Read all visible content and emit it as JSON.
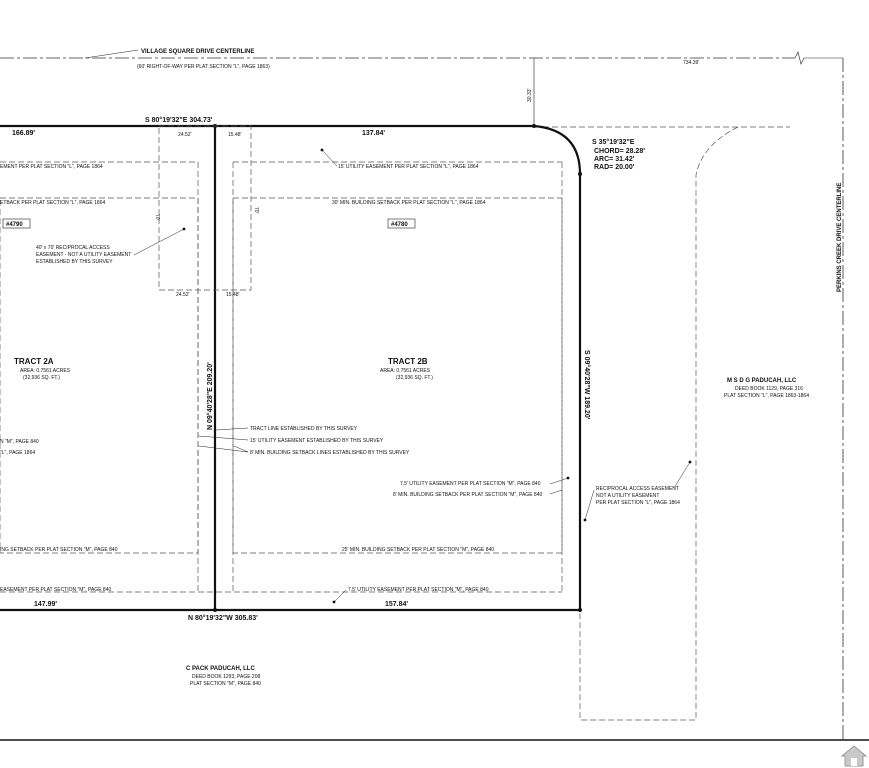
{
  "roads": {
    "village_square": "VILLAGE SQUARE DRIVE CENTERLINE",
    "village_square_row": "(60' RIGHT-OF-WAY PER PLAT SECTION \"L\", PAGE 1863)",
    "perkins_creek": "PERKINS CREEK DRIVE CENTERLINE",
    "dist_top_right": "734.39'",
    "dist_vertical": "30.33'"
  },
  "bearings": {
    "north_line": "S 80°19'32\"E 304.73'",
    "south_line": "N 80°19'32\"W 305.83'",
    "middle_line": "N 09°40'28\"E 209.20'",
    "east_line": "S 09°40'28\"W 189.20'",
    "curve_bearing": "S 35°19'32\"E",
    "curve_chord": "CHORD= 28.28'",
    "curve_arc": "ARC= 31.42'",
    "curve_rad": "RAD= 20.00'"
  },
  "distances": {
    "north_left": "166.89'",
    "north_right": "137.84'",
    "south_left": "147.99'",
    "south_right": "157.84'",
    "access_top_left": "24.52'",
    "access_top_right": "15.48'",
    "access_bottom_left": "24.52'",
    "access_bottom_right": "15.48'",
    "access_depth_left": "70'",
    "access_depth_right": "70'"
  },
  "tract_2a": {
    "name": "TRACT 2A",
    "area": "AREA: 0.7561 ACRES",
    "sqft": "(32,936 SQ. FT.)",
    "address": "#4790"
  },
  "tract_2b": {
    "name": "TRACT 2B",
    "area": "AREA: 0.7561 ACRES",
    "sqft": "(32,936 SQ. FT.)",
    "address": "#4780"
  },
  "notes": {
    "utility_15_plat_l": "15' UTILITY EASEMENT PER PLAT SECTION \"L\", PAGE 1864",
    "left_utility_cut": "EMENT PER PLAT SECTION \"L\", PAGE 1864",
    "setback_30": "30' MIN. BUILDING SETBACK PER PLAT SECTION \"L\", PAGE 1864",
    "left_setback_cut": "ETBACK PER PLAT SECTION \"L\", PAGE 1864",
    "access_1": "40' x 70' RECIPROCAL ACCESS",
    "access_2": "EASEMENT - NOT A UTILITY EASEMENT",
    "access_3": "ESTABLISHED BY THIS SURVEY",
    "tract_line": "TRACT LINE ESTABLISHED BY THIS SURVEY",
    "utility_15_survey": "15' UTILITY EASEMENT ESTABLISHED BY THIS SURVEY",
    "setback_8_survey": "8' MIN. BUILDING SETBACK LINES ESTABLISHED BY THIS SURVEY",
    "left_m_cut": "N \"M\", PAGE 840",
    "left_l_cut": "\"L\", PAGE 1864",
    "utility_75_m": "7.5' UTILITY EASEMENT PER PLAT SECTION \"M\", PAGE 840",
    "setback_8_m": "8' MIN. BUILDING SETBACK PER PLAT SECTION \"M\", PAGE 840",
    "setback_25_m": "25' MIN. BUILDING SETBACK PER PLAT SECTION \"M\", PAGE 840",
    "left_setback_m_cut": "ING SETBACK PER PLAT SECTION \"M\", PAGE 840",
    "left_easement_m_cut": "EASEMENT PER PLAT SECTION \"M\", PAGE 840",
    "utility_75_m_bottom": "7.5' UTILITY EASEMENT PER PLAT SECTION \"M\", PAGE 840",
    "recip_1": "RECIPROCAL ACCESS EASEMENT",
    "recip_2": "NOT A UTILITY EASEMENT",
    "recip_3": "PER PLAT SECTION \"L\", PAGE 1864"
  },
  "owners": {
    "msdg": {
      "name": "M S D G PADUCAH, LLC",
      "deed": "DEED BOOK 1129, PAGE 316",
      "plat": "PLAT SECTION \"L\", PAGE 1863-1864"
    },
    "cpack": {
      "name": "C PACK PADUCAH, LLC",
      "deed": "DEED BOOK 1293, PAGE 208",
      "plat": "PLAT SECTION \"M\", PAGE 840"
    }
  },
  "icons": {
    "corner": "home-icon"
  }
}
